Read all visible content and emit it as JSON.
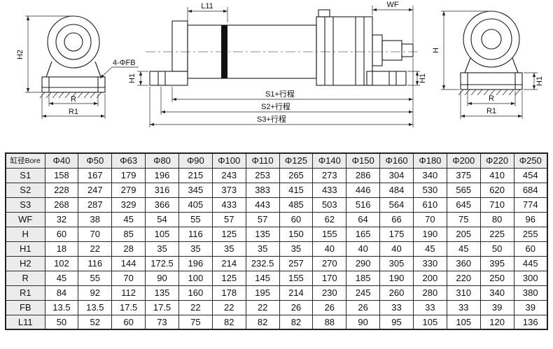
{
  "drawing": {
    "labels": {
      "h2": "H2",
      "fb": "4-ΦFB",
      "l11": "L11",
      "wf": "WF",
      "h1": "H1",
      "h": "H",
      "r": "R",
      "r1": "R1",
      "s1": "S1+行程",
      "s2": "S2+行程",
      "s3": "S3+行程"
    }
  },
  "table": {
    "header": [
      "缸径Bore",
      "Φ40",
      "Φ50",
      "Φ63",
      "Φ80",
      "Φ90",
      "Φ100",
      "Φ110",
      "Φ125",
      "Φ140",
      "Φ150",
      "Φ160",
      "Φ180",
      "Φ200",
      "Φ220",
      "Φ250"
    ],
    "rows": [
      {
        "label": "S1",
        "values": [
          158,
          167,
          179,
          196,
          215,
          243,
          253,
          265,
          273,
          286,
          304,
          340,
          375,
          410,
          454
        ]
      },
      {
        "label": "S2",
        "values": [
          228,
          247,
          279,
          316,
          345,
          373,
          383,
          415,
          433,
          446,
          484,
          530,
          565,
          620,
          684
        ]
      },
      {
        "label": "S3",
        "values": [
          268,
          287,
          329,
          366,
          405,
          433,
          443,
          485,
          503,
          516,
          564,
          610,
          645,
          710,
          774
        ]
      },
      {
        "label": "WF",
        "values": [
          32,
          38,
          45,
          54,
          55,
          57,
          57,
          60,
          62,
          64,
          66,
          70,
          75,
          80,
          96
        ]
      },
      {
        "label": "H",
        "values": [
          60,
          70,
          85,
          105,
          116,
          125,
          135,
          150,
          155,
          165,
          175,
          190,
          205,
          225,
          255
        ]
      },
      {
        "label": "H1",
        "values": [
          18,
          22,
          28,
          35,
          35,
          35,
          35,
          35,
          40,
          40,
          40,
          45,
          45,
          50,
          60
        ]
      },
      {
        "label": "H2",
        "values": [
          102,
          116,
          144,
          172.5,
          196,
          214,
          232.5,
          257,
          270,
          290,
          305,
          330,
          360,
          395,
          445
        ]
      },
      {
        "label": "R",
        "values": [
          45,
          55,
          70,
          90,
          100,
          125,
          145,
          155,
          170,
          185,
          190,
          200,
          220,
          250,
          300
        ]
      },
      {
        "label": "R1",
        "values": [
          84,
          92,
          112,
          135,
          160,
          178,
          195,
          214,
          230,
          245,
          260,
          280,
          310,
          340,
          380
        ]
      },
      {
        "label": "FB",
        "values": [
          13.5,
          13.5,
          17.5,
          17.5,
          22,
          22,
          22,
          26,
          26,
          26,
          33,
          33,
          33,
          39,
          39
        ]
      },
      {
        "label": "L11",
        "values": [
          50,
          52,
          60,
          73,
          75,
          82,
          82,
          82,
          88,
          90,
          95,
          105,
          105,
          120,
          136
        ]
      }
    ]
  }
}
